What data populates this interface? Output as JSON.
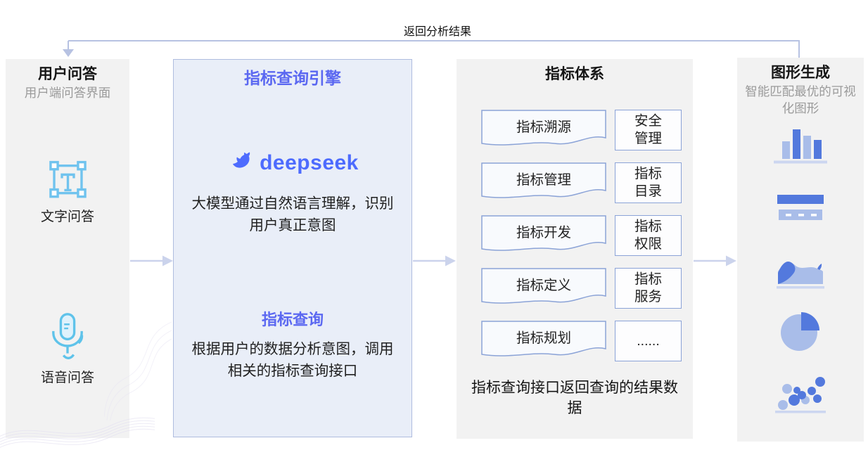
{
  "connector": {
    "return_label": "返回分析结果"
  },
  "user_qa": {
    "title": "用户问答",
    "subtitle": "用户端问答界面",
    "text_item": "文字问答",
    "voice_item": "语音问答"
  },
  "query_engine": {
    "title": "指标查询引擎",
    "brand": "deepseek",
    "nlu_description": "大模型通过自然语言理解，识别用户真正意图",
    "query_heading": "指标查询",
    "query_description": "根据用户的数据分析意图，调用相关的指标查询接口"
  },
  "indicator_system": {
    "title": "指标体系",
    "rows": [
      {
        "doc": "指标溯源",
        "rect": "安全管理"
      },
      {
        "doc": "指标管理",
        "rect": "指标目录"
      },
      {
        "doc": "指标开发",
        "rect": "指标权限"
      },
      {
        "doc": "指标定义",
        "rect": "指标服务"
      },
      {
        "doc": "指标规划",
        "rect": "......"
      }
    ],
    "footer": "指标查询接口返回查询的结果数据"
  },
  "chart_generation": {
    "title": "图形生成",
    "subtitle": "智能匹配最优的可视化图形",
    "icons": [
      "bar-chart-icon",
      "horizontal-bar-chart-icon",
      "area-chart-icon",
      "pie-chart-icon",
      "scatter-chart-icon"
    ]
  },
  "colors": {
    "accent_blue": "#5b68f1",
    "deepseek_blue": "#4d6bfe",
    "icon_dark_blue": "#5379dd",
    "icon_light_blue": "#a9bde9",
    "baseline_blue": "#ccd6f0",
    "cyan_icon": "#62c3ed",
    "box_border": "#8ba3d7",
    "panel_gray": "#f2f2f2",
    "panel_blue": "#e9eef8",
    "connector": "#b7c2e2"
  }
}
